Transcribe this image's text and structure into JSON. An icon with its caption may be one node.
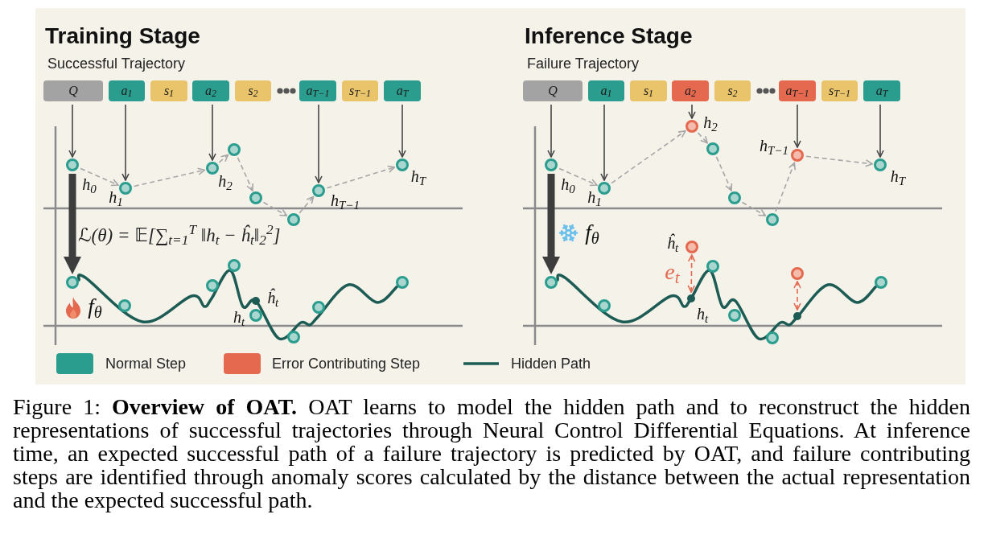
{
  "diagram": {
    "caption": "Figure 1: **Overview of OAT.** OAT learns to model the hidden path and to reconstruct the hidden representations of successful trajectories through Neural Control Differential Equations. At inference time, an expected successful path of a failure trajectory is predicted by OAT, and failure contributing steps are identified through anomaly scores calculated by the distance between the actual representation and the expected successful path.",
    "nodes": [
      {
        "text": [
          "Q"
        ]
      },
      {
        "text": [
          "a$_{1}$"
        ]
      },
      {
        "text": [
          "s$_{1}$"
        ]
      },
      {
        "text": [
          "a$_{2}$"
        ]
      },
      {
        "text": [
          "s$_{2}$"
        ]
      },
      {
        "text": [
          "a$_{T−1}$"
        ]
      },
      {
        "text": [
          "s$_{T−1}$"
        ]
      },
      {
        "text": [
          "a$_{T}$"
        ]
      },
      {
        "text": [],
        "shape": "circle",
        "beside": [
          "h$_{0}$"
        ]
      },
      {
        "text": [],
        "shape": "circle",
        "beside": [
          "h$_{1}$"
        ]
      },
      {
        "text": [],
        "shape": "circle",
        "beside": [
          "h$_{2}$"
        ]
      },
      {
        "text": [],
        "shape": "circle"
      },
      {
        "text": [],
        "shape": "circle"
      },
      {
        "text": [],
        "shape": "circle"
      },
      {
        "text": [],
        "shape": "circle",
        "beside": [
          "h$_{T−1}$"
        ]
      },
      {
        "text": [],
        "shape": "circle",
        "beside": [
          "h$_{T}$"
        ]
      },
      {
        "text": [],
        "shape": "circle"
      },
      {
        "text": [],
        "shape": "circle"
      },
      {
        "text": [],
        "shape": "circle"
      },
      {
        "text": [],
        "shape": "circle"
      },
      {
        "text": [],
        "shape": "dot",
        "beside": [
          "ĥ$_{t}$"
        ]
      },
      {
        "text": [],
        "shape": "circle",
        "beside": [
          "h$_{t}$"
        ]
      },
      {
        "text": [],
        "shape": "circle"
      },
      {
        "text": [],
        "shape": "circle"
      },
      {
        "text": [],
        "shape": "circle"
      },
      {
        "text": [
          "Q"
        ]
      },
      {
        "text": [
          "a$_{1}$"
        ]
      },
      {
        "text": [
          "s$_{1}$"
        ]
      },
      {
        "text": [
          "a$_{2}$"
        ]
      },
      {
        "text": [
          "s$_{2}$"
        ]
      },
      {
        "text": [
          "a$_{T−1}$"
        ]
      },
      {
        "text": [
          "s$_{T−1}$"
        ]
      },
      {
        "text": [
          "a$_{T}$"
        ]
      },
      {
        "text": [],
        "shape": "circle",
        "beside": [
          "h$_{0}$"
        ]
      },
      {
        "text": [],
        "shape": "circle",
        "beside": [
          "h$_{1}$"
        ]
      },
      {
        "text": [],
        "shape": "circle",
        "beside": [
          "h$_{2}$"
        ]
      },
      {
        "text": [],
        "shape": "circle"
      },
      {
        "text": [],
        "shape": "circle"
      },
      {
        "text": [],
        "shape": "circle"
      },
      {
        "text": [],
        "shape": "circle",
        "beside": [
          "h$_{T−1}$"
        ]
      },
      {
        "text": [],
        "shape": "circle",
        "beside": [
          "h$_{T}$"
        ]
      },
      {
        "text": [],
        "shape": "circle"
      },
      {
        "text": [],
        "shape": "circle"
      },
      {
        "text": [],
        "shape": "circle",
        "beside": [
          "ĥ$_{t}$"
        ]
      },
      {
        "text": [],
        "shape": "dot",
        "beside": [
          "h$_{t}$"
        ]
      },
      {
        "text": [],
        "shape": "circle"
      },
      {
        "text": [],
        "shape": "circle"
      },
      {
        "text": [],
        "shape": "circle"
      },
      {
        "text": [],
        "shape": "circle"
      },
      {
        "text": [],
        "shape": "dot"
      },
      {
        "text": [],
        "shape": "circle"
      }
    ],
    "edges": [
      {
        "from": 0,
        "to": 8,
        "arrow": "to",
        "color": "#444444"
      },
      {
        "from": 1,
        "to": 9,
        "arrow": "to",
        "color": "#444444"
      },
      {
        "from": 3,
        "to": 10,
        "arrow": "to",
        "color": "#444444"
      },
      {
        "from": 5,
        "to": 14,
        "arrow": "to",
        "color": "#444444"
      },
      {
        "from": 7,
        "to": 15,
        "arrow": "to",
        "color": "#444444"
      },
      {
        "from": 8,
        "to": 9,
        "arrow": "to",
        "style": "dashed"
      },
      {
        "from": 9,
        "to": 10,
        "arrow": "to",
        "style": "dashed"
      },
      {
        "from": 10,
        "to": 11,
        "arrow": "to",
        "style": "dashed"
      },
      {
        "from": 11,
        "to": 12,
        "arrow": "to",
        "style": "dashed"
      },
      {
        "from": 12,
        "to": 13,
        "arrow": "to",
        "style": "dashed"
      },
      {
        "from": 13,
        "to": 14,
        "arrow": "to",
        "style": "dashed"
      },
      {
        "from": 14,
        "to": 15,
        "arrow": "to",
        "style": "dashed"
      },
      {
        "from": 8,
        "to": 16,
        "arrow": "to",
        "style": "thick",
        "color": "#3d3d3d"
      },
      {
        "from": 25,
        "to": 33,
        "arrow": "to",
        "color": "#444444"
      },
      {
        "from": 26,
        "to": 34,
        "arrow": "to",
        "color": "#444444"
      },
      {
        "from": 28,
        "to": 35,
        "arrow": "to",
        "color": "#444444"
      },
      {
        "from": 30,
        "to": 39,
        "arrow": "to",
        "color": "#444444"
      },
      {
        "from": 32,
        "to": 40,
        "arrow": "to",
        "color": "#444444"
      },
      {
        "from": 33,
        "to": 34,
        "arrow": "to",
        "style": "dashed"
      },
      {
        "from": 34,
        "to": 35,
        "arrow": "to",
        "style": "dashed"
      },
      {
        "from": 35,
        "to": 36,
        "arrow": "to",
        "style": "dashed"
      },
      {
        "from": 36,
        "to": 37,
        "arrow": "to",
        "style": "dashed"
      },
      {
        "from": 37,
        "to": 38,
        "arrow": "to",
        "style": "dashed"
      },
      {
        "from": 38,
        "to": 39,
        "arrow": "to",
        "style": "dashed"
      },
      {
        "from": 39,
        "to": 40,
        "arrow": "to",
        "style": "dashed"
      },
      {
        "from": 33,
        "to": 41,
        "arrow": "to",
        "style": "thick",
        "color": "#3d3d3d"
      },
      {
        "from": 44,
        "to": 43,
        "arrow": "both",
        "style": "dashed",
        "color": "#e4694f",
        "label": "e$_{t}$"
      },
      {
        "from": 49,
        "to": 48,
        "arrow": "both",
        "style": "dashed",
        "color": "#e4694f"
      },
      {
        "from": 16,
        "to": 24,
        "arrow": "none",
        "style": "thick",
        "color": "#1d5c55"
      },
      {
        "from": 41,
        "to": 50,
        "arrow": "none",
        "style": "thick",
        "color": "#1d5c55"
      }
    ],
    "labels": [
      "Training Stage",
      "Successful Trajectory",
      "ℒ(θ) = 𝔼[∑$_{t=1}$$^{T}$ ‖h$_{t}$ − ĥ$_{t}$‖$_{2}$$^{2}$]",
      "f$_{θ}$",
      "Inference Stage",
      "Failure Trajectory",
      "f$_{θ}$"
    ],
    "legend": [
      {
        "text": "Normal Step",
        "color": "#2a9d8f"
      },
      {
        "text": "Error Contributing Step",
        "color": "#e4694f"
      },
      {
        "text": "Hidden Path"
      }
    ]
  }
}
